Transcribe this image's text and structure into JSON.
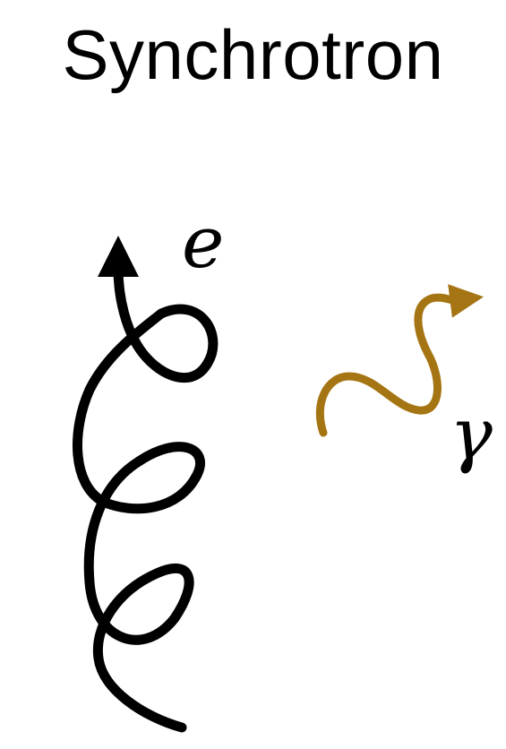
{
  "title": "Synchrotron",
  "labels": {
    "electron": "e",
    "photon": "γ"
  },
  "colors": {
    "electron_path": "#000000",
    "photon_path": "#a57513",
    "text": "#000000"
  }
}
